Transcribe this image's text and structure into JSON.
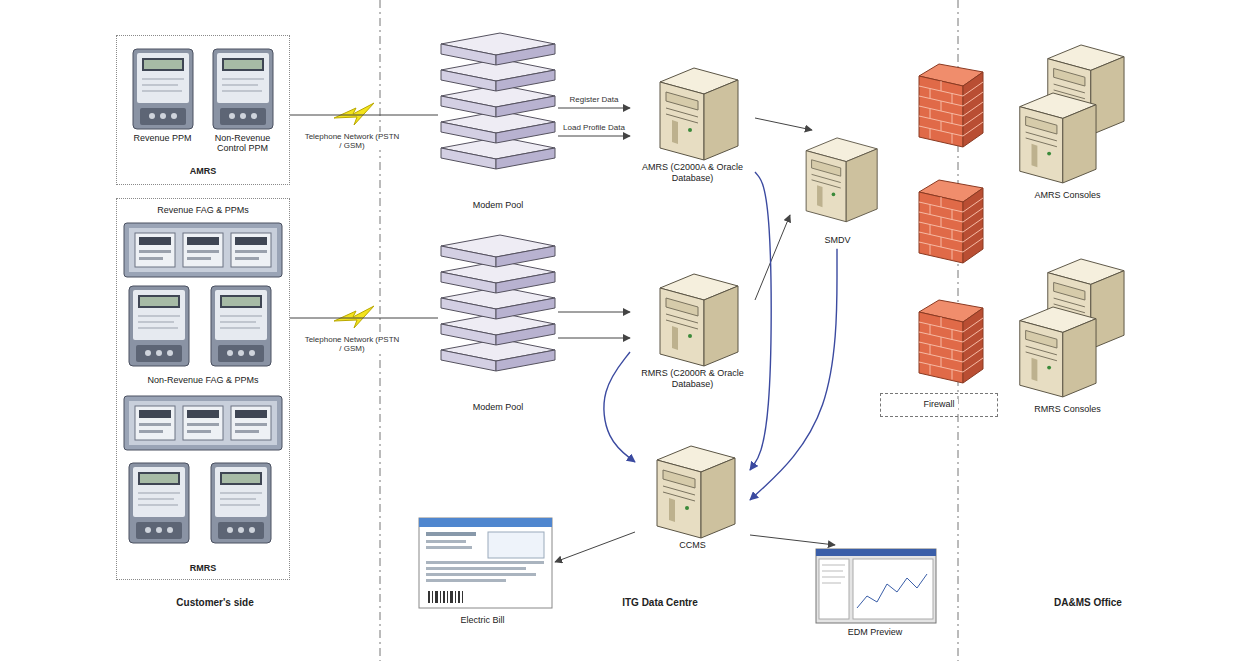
{
  "diagram": {
    "nodes": [
      {
        "text": [
          "AMRS"
        ]
      },
      {
        "text": [
          "Revenue PPM"
        ],
        "in": 0
      },
      {
        "text": [
          "Non-Revenue Control PPM"
        ],
        "in": 0
      },
      {
        "text": [
          "Revenue FAG & PPMs",
          "Non-Revenue FAG & PPMs",
          "RMRS"
        ]
      },
      {
        "text": [
          "Modem Pool"
        ]
      },
      {
        "text": [
          "AMRS (C2000A & Oracle Database)"
        ]
      },
      {
        "text": [
          "Modem Pool"
        ]
      },
      {
        "text": [
          "RMRS (C2000R & Oracle Database)"
        ]
      },
      {
        "text": [
          "SMDV"
        ]
      },
      {
        "text": [
          "CCMS"
        ]
      },
      {
        "text": [
          "Electric Bill"
        ]
      },
      {
        "text": [
          "EDM Preview"
        ]
      },
      {
        "text": [
          "Firewall"
        ]
      },
      {
        "text": [
          "AMRS Consoles"
        ]
      },
      {
        "text": [
          "RMRS Consoles"
        ]
      }
    ],
    "edges": [
      {
        "from": 0,
        "to": 4,
        "arrow": "none",
        "label": "Telephone Network (PSTN / GSM)"
      },
      {
        "from": 3,
        "to": 6,
        "arrow": "none",
        "label": "Telephone Network (PSTN / GSM)"
      },
      {
        "from": 4,
        "to": 5,
        "arrow": "to",
        "label": "Register Data"
      },
      {
        "from": 4,
        "to": 5,
        "arrow": "to",
        "label": "Load Profile Data"
      },
      {
        "from": 6,
        "to": 7,
        "arrow": "to"
      },
      {
        "from": 6,
        "to": 7,
        "arrow": "to"
      },
      {
        "from": 5,
        "to": 8,
        "arrow": "to"
      },
      {
        "from": 7,
        "to": 8,
        "arrow": "to"
      },
      {
        "from": 5,
        "to": 9,
        "arrow": "to"
      },
      {
        "from": 7,
        "to": 9,
        "arrow": "to"
      },
      {
        "from": 8,
        "to": 9,
        "arrow": "to"
      },
      {
        "from": 9,
        "to": 10,
        "arrow": "to"
      },
      {
        "from": 9,
        "to": 11,
        "arrow": "to"
      }
    ],
    "labels": [
      "Customer's side",
      "ITG Data Centre",
      "DA&MS Office"
    ]
  }
}
